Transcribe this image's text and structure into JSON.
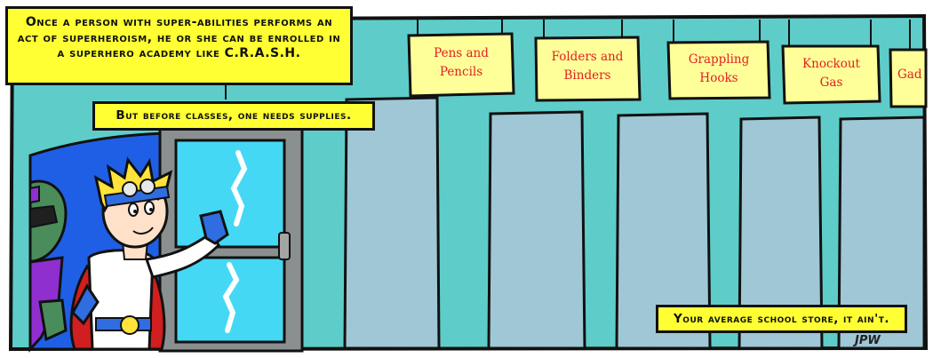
{
  "captions": {
    "intro": "Once a person with super-abilities performs an act of superheroism, he or she can be enrolled in a superhero academy like C.R.A.S.H.",
    "supplies": "But before classes, one needs supplies.",
    "store": "Your average school store, it ain't."
  },
  "signs": [
    {
      "line1": "Pens and",
      "line2": "Pencils"
    },
    {
      "line1": "Folders and",
      "line2": "Binders"
    },
    {
      "line1": "Grappling",
      "line2": "Hooks"
    },
    {
      "line1": "Knockout",
      "line2": "Gas"
    },
    {
      "line1": "Gad",
      "line2": ""
    }
  ],
  "signature": "JPW",
  "colors": {
    "wall": "#5ecdc9",
    "locker": "#9fc7d6",
    "caption_bg": "#ffff33",
    "sign_bg": "#ffff99",
    "sign_text": "#e02020",
    "door_frame": "#8a8f8f",
    "door_glass": "#44d8f4",
    "hair": "#ffe23a",
    "cape": "#d11e1e",
    "glove": "#2f6de0"
  }
}
